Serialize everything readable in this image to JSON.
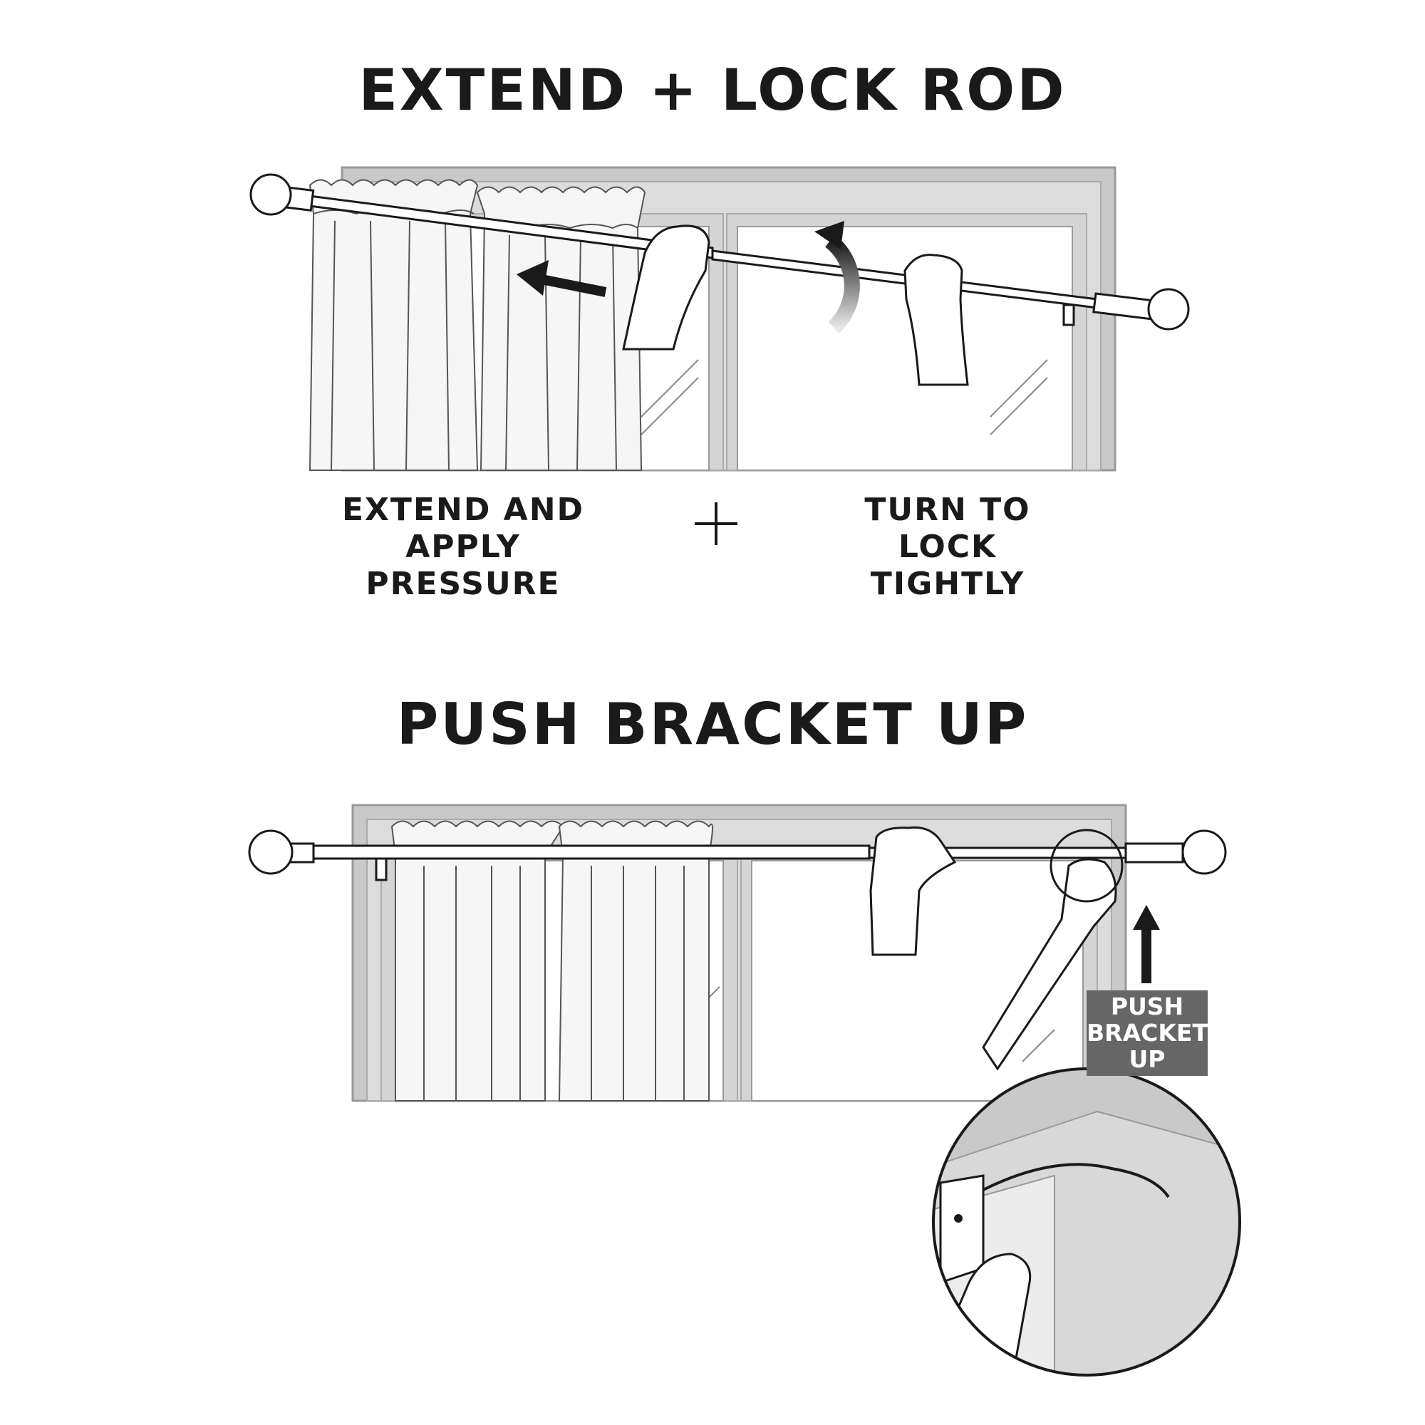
{
  "section1": {
    "title": "EXTEND + LOCK ROD",
    "left_caption": [
      "EXTEND AND",
      "APPLY PRESSURE"
    ],
    "right_caption": [
      "TURN TO LOCK",
      "TIGHTLY"
    ]
  },
  "section2": {
    "title": "PUSH BRACKET UP",
    "tag": [
      "PUSH",
      "BRACKET",
      "UP"
    ]
  },
  "colors": {
    "ink": "#1a1a1a",
    "frame": "#c9c9c9",
    "tag_bg": "#666666"
  }
}
